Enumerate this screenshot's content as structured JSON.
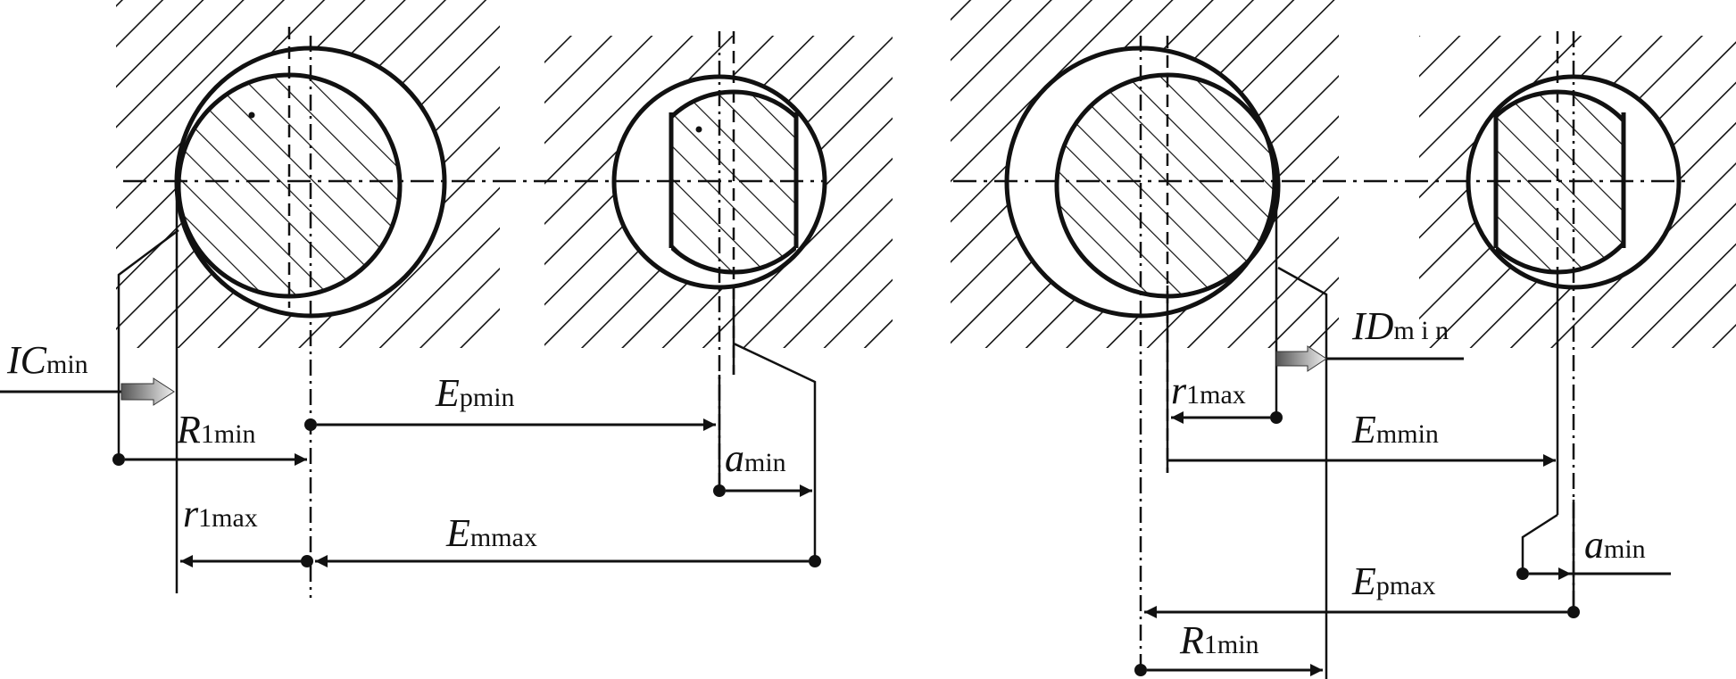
{
  "labels": {
    "ic_main": "IC",
    "ic_sub": "min",
    "r1min_left_main": "R",
    "r1min_left_sub": "1min",
    "r1max_left_main": "r",
    "r1max_left_sub": "1max",
    "epmin_main": "E",
    "epmin_italic_sub": "p",
    "epmin_sub": "min",
    "amin_left_main": "a",
    "amin_left_sub": "min",
    "emmax_main": "E",
    "emmax_italic_sub": "m",
    "emmax_sub": "max",
    "id_main": "ID",
    "id_sub": "m i n",
    "r1max_right_main": "r",
    "r1max_right_sub": "1max",
    "emmin_main": "E",
    "emmin_italic_sub": "m",
    "emmin_sub": "min",
    "amin_right_main": "a",
    "amin_right_sub": "min",
    "epmax_main": "E",
    "epmax_italic_sub": "p",
    "epmax_sub": "max",
    "r1min_right_main": "R",
    "r1min_right_sub": "1min"
  },
  "colors": {
    "line": "#111111",
    "background": "#ffffff",
    "arrow_dark": "#555555",
    "arrow_light": "#eeeeee"
  }
}
